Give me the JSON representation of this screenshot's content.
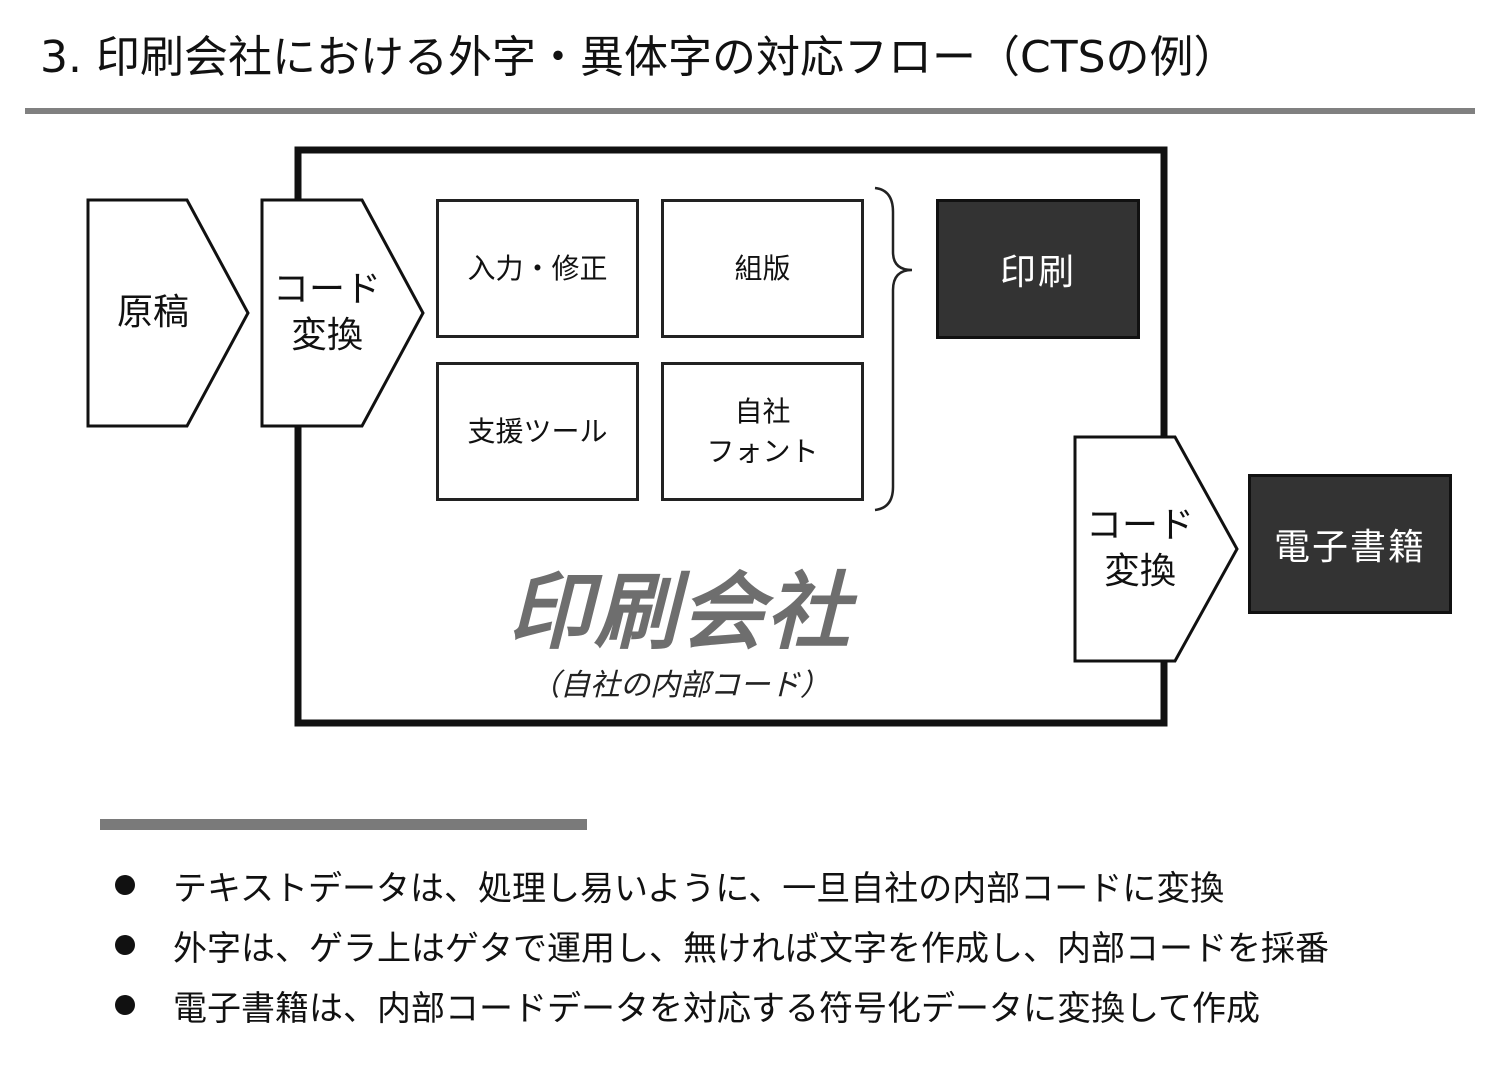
{
  "title": "3. 印刷会社における外字・異体字の対応フロー（CTSの例）",
  "flow": {
    "source": "原稿",
    "code_convert_in": [
      "コード",
      "変換"
    ],
    "tasks": {
      "input_edit": "入力・修正",
      "typesetting": "組版",
      "support_tools": "支援ツール",
      "own_font": [
        "自社",
        "フォント"
      ]
    },
    "print": "印刷",
    "code_convert_out": [
      "コード",
      "変換"
    ],
    "ebook": "電子書籍",
    "company": "印刷会社",
    "company_sub": "（自社の内部コード）"
  },
  "bullets": [
    "テキストデータは、処理し易いように、一旦自社の内部コードに変換",
    "外字は、ゲラ上はゲタで運用し、無ければ文字を作成し、内部コードを採番",
    "電子書籍は、内部コードデータを対応する符号化データに変換して作成"
  ]
}
